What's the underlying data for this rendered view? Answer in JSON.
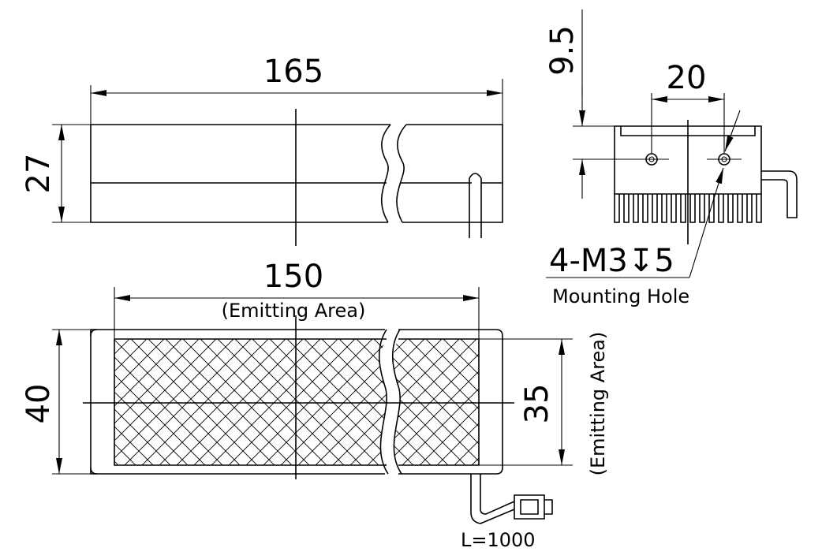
{
  "top_view": {
    "length_dim": "165",
    "height_dim": "27"
  },
  "side_view": {
    "offset_dim": "9.5",
    "hole_spacing_dim": "20",
    "hole_spec": "4-M3↧5",
    "hole_label": "Mounting Hole"
  },
  "front_view": {
    "emit_length_dim": "150",
    "emit_length_label": "(Emitting Area)",
    "width_dim": "40",
    "emit_width_dim": "35",
    "emit_width_label": "(Emitting Area)",
    "cable_length": "L=1000"
  }
}
